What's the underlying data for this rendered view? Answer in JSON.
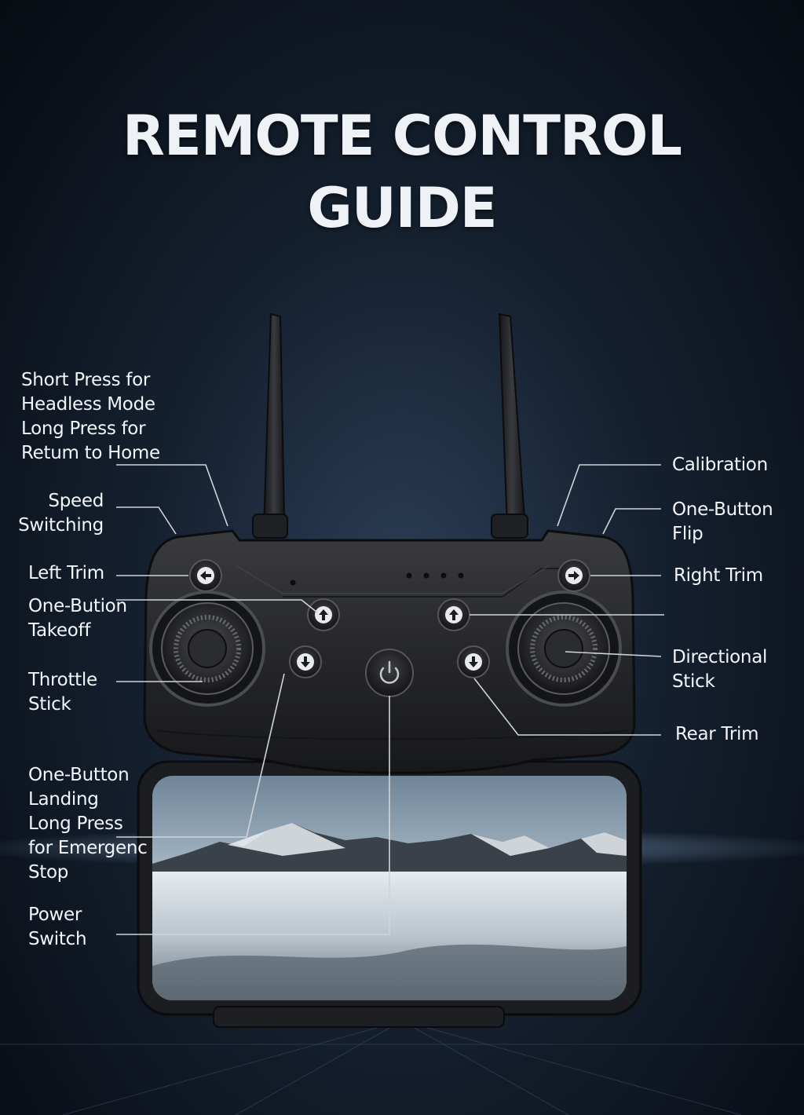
{
  "title": {
    "line1": "REMOTE CONTROL",
    "line2": "GUIDE"
  },
  "labels": {
    "headless": [
      "Short Press for",
      "Headless Mode",
      "Long Press for",
      "Retum to Home"
    ],
    "speed": [
      "Speed",
      "Switching"
    ],
    "left_trim": [
      "Left Trim"
    ],
    "takeoff": [
      "One-Bution",
      "Takeoff"
    ],
    "throttle": [
      "Throttle",
      "Stick"
    ],
    "landing": [
      "One-Button",
      "Landing",
      "Long Press",
      "for Emergenc",
      "Stop"
    ],
    "power": [
      "Power",
      "Switch"
    ],
    "calibration": [
      "Calibration"
    ],
    "flip": [
      "One-Button",
      "Flip"
    ],
    "right_trim": [
      "Right Trim"
    ],
    "directional": [
      "Directional",
      "Stick"
    ],
    "rear_trim": [
      "Rear Trim"
    ]
  },
  "colors": {
    "background": "#0b121c",
    "controller": "#2a2b2e",
    "leader_line": "#d0d4da",
    "label_text": "#f3f5f8"
  },
  "icons": [
    "left-arrow-icon",
    "right-arrow-icon",
    "up-arrow-icon",
    "down-arrow-icon",
    "power-icon"
  ]
}
